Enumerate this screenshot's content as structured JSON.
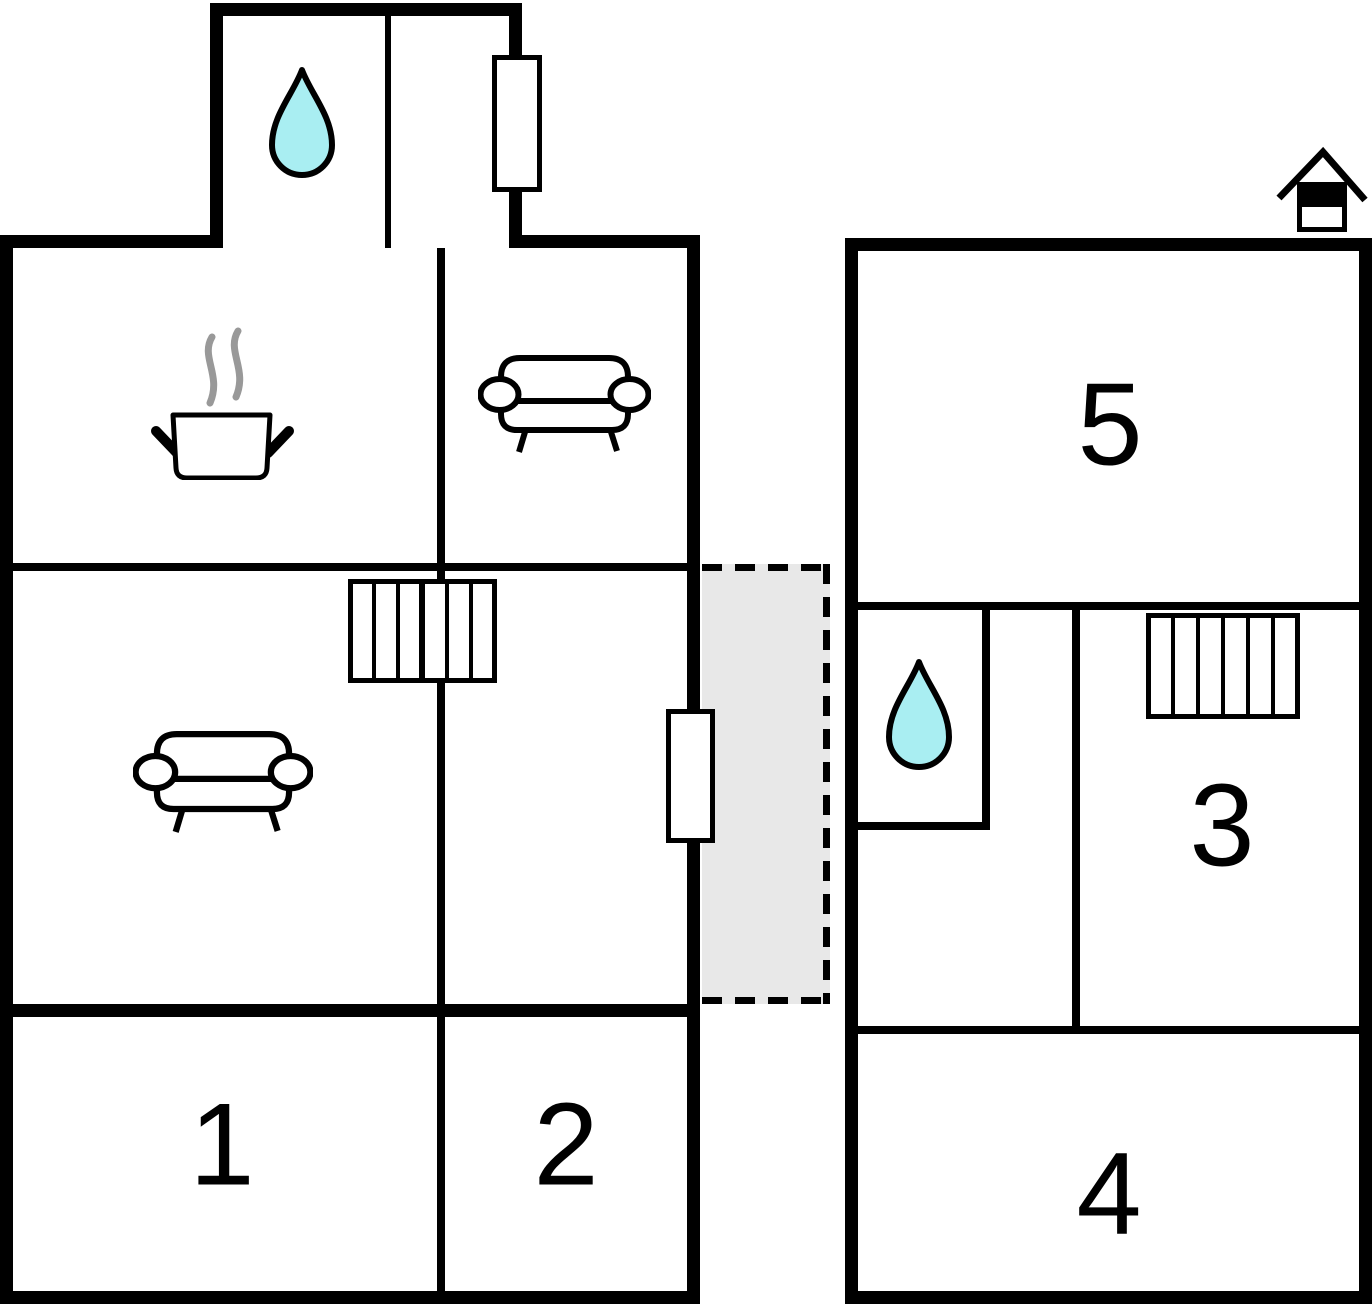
{
  "plan": {
    "type": "floor-plan",
    "rooms": [
      {
        "id": "room-1",
        "label": "1"
      },
      {
        "id": "room-2",
        "label": "2"
      },
      {
        "id": "room-3",
        "label": "3"
      },
      {
        "id": "room-4",
        "label": "4"
      },
      {
        "id": "room-5",
        "label": "5"
      }
    ],
    "icons": {
      "water_drop": "teardrop-bathroom-marker",
      "sofa": "sofa-seating-marker",
      "pot": "cooking-pot-kitchen-marker",
      "stairs": "staircase-marker",
      "house": "house-orientation-marker",
      "window": "window-marker",
      "terrace": "terrace-dashed-area"
    },
    "colors": {
      "wall": "#000000",
      "background": "#ffffff",
      "water": "#a9eef2",
      "terrace": "#e8e8e8",
      "steam": "#999999"
    }
  }
}
